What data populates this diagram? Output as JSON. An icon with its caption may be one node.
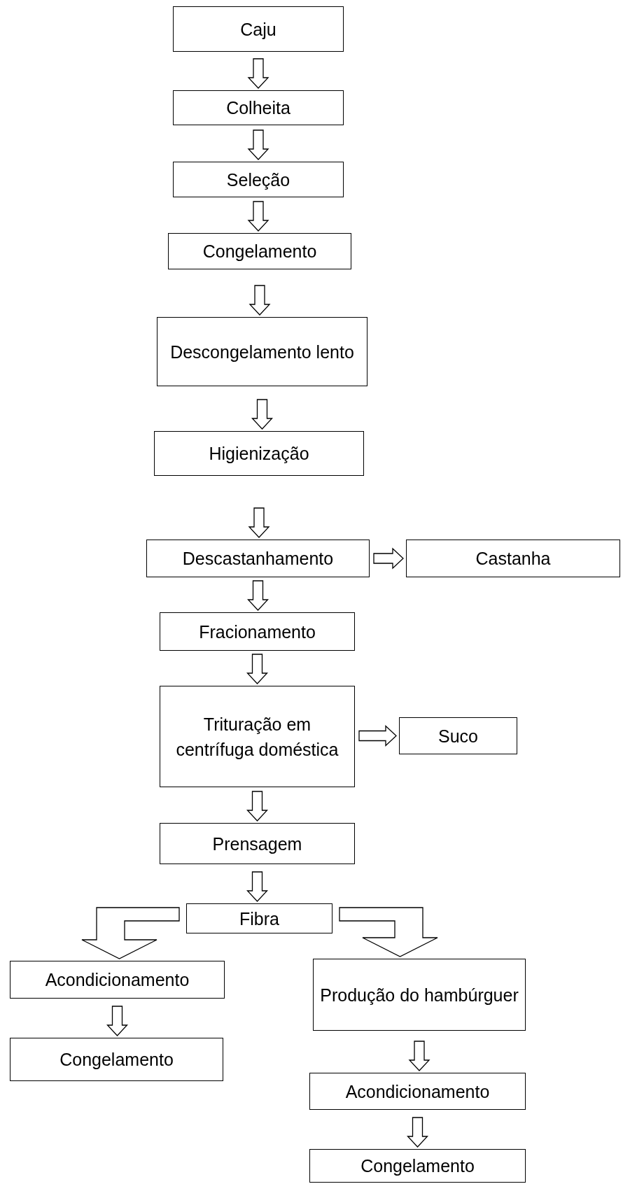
{
  "diagram": {
    "nodes": [
      {
        "text": [
          "Caju"
        ]
      },
      {
        "text": [
          "Colheita"
        ]
      },
      {
        "text": [
          "Seleção"
        ]
      },
      {
        "text": [
          "Congelamento"
        ]
      },
      {
        "text": [
          "Descongelamento lento"
        ]
      },
      {
        "text": [
          "Higienização"
        ]
      },
      {
        "text": [
          "Descastanhamento"
        ]
      },
      {
        "text": [
          "Castanha"
        ]
      },
      {
        "text": [
          "Fracionamento"
        ]
      },
      {
        "text": [
          "Trituração em centrífuga doméstica"
        ]
      },
      {
        "text": [
          "Suco"
        ]
      },
      {
        "text": [
          "Prensagem"
        ]
      },
      {
        "text": [
          "Fibra"
        ]
      },
      {
        "text": [
          "Acondicionamento"
        ]
      },
      {
        "text": [
          "Congelamento"
        ]
      },
      {
        "text": [
          "Produção do hambúrguer"
        ]
      },
      {
        "text": [
          "Acondicionamento"
        ]
      },
      {
        "text": [
          "Congelamento"
        ]
      }
    ],
    "edges": [
      {
        "from": 0,
        "to": 1,
        "arrow": "to"
      },
      {
        "from": 1,
        "to": 2,
        "arrow": "to"
      },
      {
        "from": 2,
        "to": 3,
        "arrow": "to"
      },
      {
        "from": 3,
        "to": 4,
        "arrow": "to"
      },
      {
        "from": 4,
        "to": 5,
        "arrow": "to"
      },
      {
        "from": 5,
        "to": 6,
        "arrow": "to"
      },
      {
        "from": 6,
        "to": 7,
        "arrow": "to"
      },
      {
        "from": 6,
        "to": 8,
        "arrow": "to"
      },
      {
        "from": 8,
        "to": 9,
        "arrow": "to"
      },
      {
        "from": 9,
        "to": 10,
        "arrow": "to"
      },
      {
        "from": 9,
        "to": 11,
        "arrow": "to"
      },
      {
        "from": 11,
        "to": 12,
        "arrow": "to"
      },
      {
        "from": 12,
        "to": 13,
        "arrow": "to"
      },
      {
        "from": 13,
        "to": 14,
        "arrow": "to"
      },
      {
        "from": 12,
        "to": 15,
        "arrow": "to"
      },
      {
        "from": 15,
        "to": 16,
        "arrow": "to"
      },
      {
        "from": 16,
        "to": 17,
        "arrow": "to"
      }
    ]
  }
}
